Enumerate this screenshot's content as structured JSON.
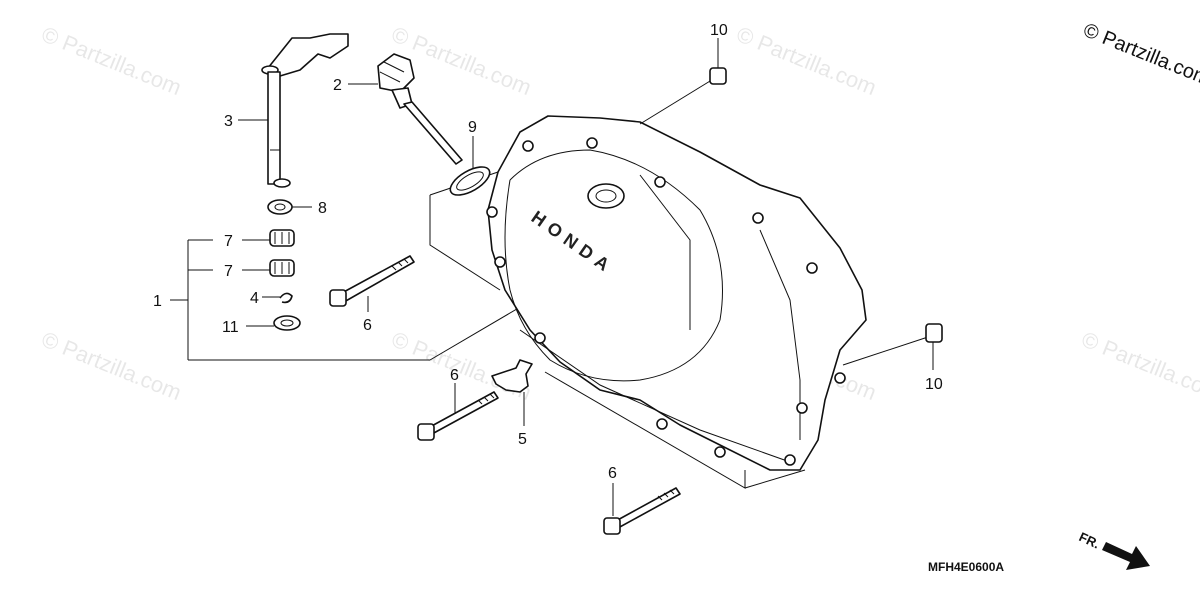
{
  "copyright": "© Partzilla.com",
  "watermark": "© Partzilla.com",
  "diagram_code": "MFH4E0600A",
  "front_indicator": "FR.",
  "cover_brand": "HONDA",
  "callouts": [
    {
      "id": "c1",
      "label": "1"
    },
    {
      "id": "c2",
      "label": "2"
    },
    {
      "id": "c3",
      "label": "3"
    },
    {
      "id": "c4",
      "label": "4"
    },
    {
      "id": "c5",
      "label": "5"
    },
    {
      "id": "c6a",
      "label": "6"
    },
    {
      "id": "c6b",
      "label": "6"
    },
    {
      "id": "c6c",
      "label": "6"
    },
    {
      "id": "c7a",
      "label": "7"
    },
    {
      "id": "c7b",
      "label": "7"
    },
    {
      "id": "c8",
      "label": "8"
    },
    {
      "id": "c9",
      "label": "9"
    },
    {
      "id": "c10a",
      "label": "10"
    },
    {
      "id": "c10b",
      "label": "10"
    },
    {
      "id": "c11",
      "label": "11"
    }
  ]
}
